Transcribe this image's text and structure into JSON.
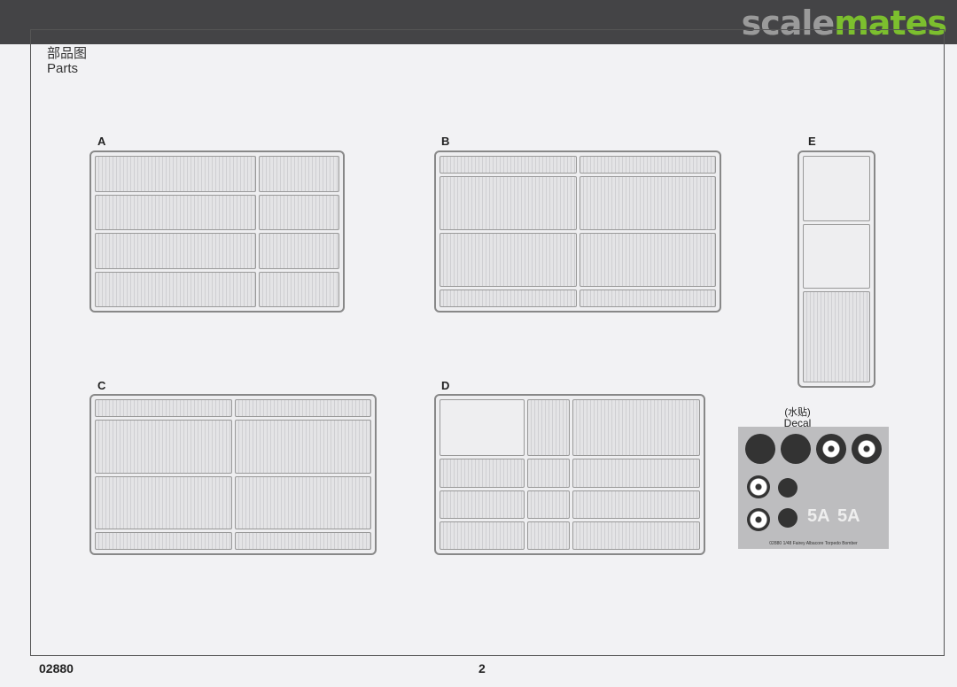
{
  "watermark": {
    "part1": "scale",
    "part2": "mates"
  },
  "header": {
    "title_cn": "部品图",
    "title_en": "Parts"
  },
  "sprues": [
    {
      "label": "A"
    },
    {
      "label": "B"
    },
    {
      "label": "C"
    },
    {
      "label": "D"
    },
    {
      "label": "E"
    }
  ],
  "decal": {
    "label_cn": "(水贴)",
    "label_en": "Decal",
    "markings": [
      "5A",
      "5A"
    ],
    "caption": "02880 1/48 Fairey Albacore Torpedo Bomber"
  },
  "footer": {
    "code": "02880",
    "page": "2"
  },
  "colors": {
    "brand_green": "#7cbf2e",
    "bar": "#444446"
  }
}
